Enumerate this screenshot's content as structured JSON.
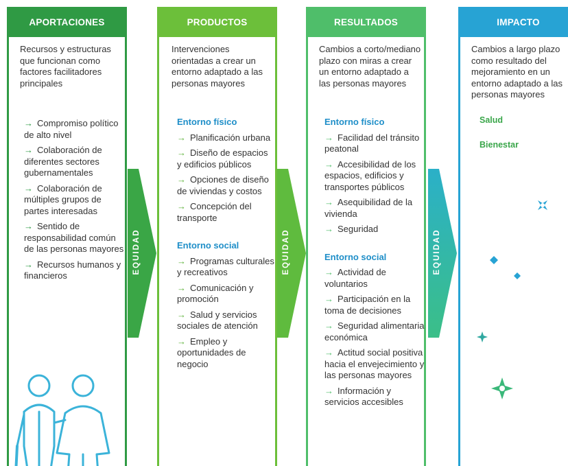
{
  "columns": [
    {
      "title": "APORTACIONES",
      "intro": "Recursos y estructuras que funcionan como factores facilitadores principales",
      "items": [
        "Compromiso político de alto nivel",
        "Colaboración de diferentes sectores gubernamentales",
        "Colaboración de múltiples grupos de partes interesadas",
        "Sentido de responsabilidad común de las personas mayores",
        "Recursos humanos y financieros"
      ]
    },
    {
      "title": "PRODUCTOS",
      "intro": "Intervenciones orientadas a crear un entorno adaptado a las personas mayores",
      "sections": [
        {
          "title": "Entorno físico",
          "items": [
            "Planificación urbana",
            "Diseño de espacios y edificios públicos",
            "Opciones de diseño de viviendas y costos",
            "Concepción del transporte"
          ]
        },
        {
          "title": "Entorno social",
          "items": [
            "Programas culturales y recreativos",
            "Comunicación y promoción",
            "Salud y servicios sociales de atención",
            "Empleo y oportunidades de negocio"
          ]
        }
      ]
    },
    {
      "title": "RESULTADOS",
      "intro": "Cambios a corto/mediano plazo con miras a crear un entorno adaptado a las personas mayores",
      "sections": [
        {
          "title": "Entorno físico",
          "items": [
            "Facilidad del tránsito peatonal",
            "Accesibilidad de los espacios, edificios y transportes públicos",
            "Asequibilidad de la vivienda",
            "Seguridad"
          ]
        },
        {
          "title": "Entorno social",
          "items": [
            "Actividad de voluntarios",
            "Participación en la toma de decisiones",
            "Seguridad alimentaria económica",
            "Actitud social positiva hacia el envejecimiento y las personas mayores",
            "Información y servicios accesibles"
          ]
        }
      ]
    },
    {
      "title": "IMPACTO",
      "intro": "Cambios a largo plazo como resultado del mejoramiento en un entorno adaptado a las personas mayores",
      "items": [
        "Salud",
        "Bienestar"
      ]
    }
  ],
  "connector_label": "EQUIDAD",
  "arrow_glyph": "→",
  "colors": {
    "aportaciones": "#2f9a44",
    "productos": "#6cbf3a",
    "resultados": "#4fbe6a",
    "impacto": "#27a3d4",
    "section_title": "#1e8ec8",
    "impact_item": "#3aa64a"
  },
  "icons": [
    "elderly-couple-icon",
    "sparkle-icon",
    "diamond-icon"
  ]
}
